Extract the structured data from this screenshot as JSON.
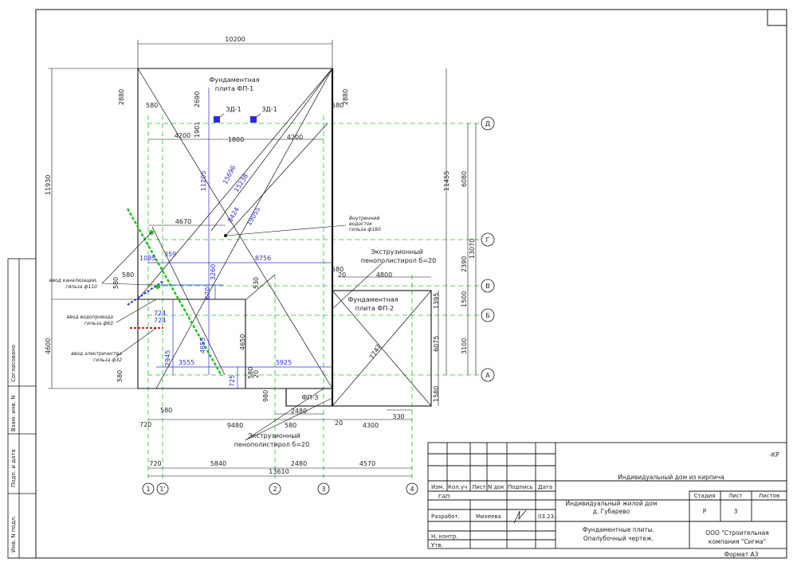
{
  "drawing": {
    "top_dims": {
      "overall": "10200",
      "left_offset": "2880",
      "right_offset": "2880",
      "d580a": "580",
      "d2690": "2690",
      "d580b": "580",
      "d1901": "1901",
      "d4200a": "4200",
      "d1800": "1800",
      "d4200b": "4200"
    },
    "left_dims": {
      "total": "11930",
      "lower": "4600",
      "d580c": "580",
      "d580d": "580",
      "d720": "720"
    },
    "blue_dims": {
      "d11205": "11205",
      "d15696": "15696",
      "d15238": "15238",
      "d8424": "8424",
      "d19055": "19055",
      "d1085": "1085",
      "d359": "359",
      "d8756": "8756",
      "d3260": "3260",
      "d670": "670",
      "d724a": "724",
      "d724b": "724",
      "d2945": "2945",
      "d3555": "3555",
      "d4655": "4655",
      "d5925": "5925",
      "d725": "725"
    },
    "inner_dims": {
      "d4670": "4670",
      "d4650": "4650",
      "d530": "530",
      "d580e": "580",
      "d20a": "20",
      "d580f": "580",
      "d980": "980",
      "d580g": "580",
      "d2480": "2480",
      "d580h": "580",
      "d9480": "9480",
      "d20b": "20",
      "d4300": "4300",
      "d330": "330",
      "d4800": "4800",
      "d20c": "20",
      "d1395": "1395",
      "d7742": "7742",
      "d6075": "6075",
      "d1580": "1580",
      "d11455": "11455"
    },
    "right_dims": {
      "d6080": "6080",
      "d13070": "13070",
      "d2390": "2390",
      "d1500": "1500",
      "d3100": "3100"
    },
    "bottom_dims": {
      "d720": "720",
      "d5840": "5840",
      "d2480": "2480",
      "d4570": "4570",
      "total": "13610"
    },
    "axes": {
      "row": [
        "Д",
        "Г",
        "В",
        "Б",
        "А"
      ],
      "col": [
        "1",
        "1'",
        "2",
        "3",
        "4"
      ]
    },
    "labels": {
      "slab1_line1": "Фундаментная",
      "slab1_line2": "плита ФП-1",
      "slab2_line1": "Фундаментная",
      "slab2_line2": "плита ФП-2",
      "slab3": "ФП-3",
      "zd1a": "ЗД-1",
      "zd1b": "ЗД-1",
      "drain_line1": "Внутренний",
      "drain_line2": "водосток",
      "drain_line3": "гильза ф160",
      "eps_top_line1": "Экструзионный",
      "eps_top_line2": "пенополистирол б=20",
      "eps_bot_line1": "Экструзионный",
      "eps_bot_line2": "пенополистирол б=20",
      "sewer_line1": "ввод канализации,",
      "sewer_line2": "гильза ф110",
      "water_line1": "ввод водопровода",
      "water_line2": "гильза ф63",
      "elec_line1": "ввод электричества",
      "elec_line2": "гильза ф32"
    }
  },
  "side_stamp": {
    "agreed": "Согласовано",
    "vzam": "Взам. инв. N",
    "podp": "Подп. и дата",
    "inv": "Инв. N подл."
  },
  "title_block": {
    "code": "-КР",
    "project": "Индивидуальный дом из кирпича",
    "object_line1": "Индивидуальный жилой дом",
    "object_line2": "д. Губарево",
    "sheet_line1": "Фундаментные плиты.",
    "sheet_line2": "Опалубочный чертеж.",
    "company_line1": "ООО \"Строительная",
    "company_line2": "компания \"Сигма\"",
    "headers": {
      "izm": "Изм.",
      "koluch": "Кол.уч",
      "list": "Лист",
      "ndok": "N док",
      "podpis": "Подпись",
      "data": "Дата"
    },
    "roles": {
      "gap": "ГАП",
      "razrab": "Разработ.",
      "nkontr": "Н. контр.",
      "utv": "Утв."
    },
    "developer": "Михеева",
    "date": "03.23.",
    "stage_label": "Стадия",
    "sheet_label": "Лист",
    "sheets_label": "Листов",
    "stage": "Р",
    "sheet_num": "3",
    "format": "Формат А3"
  },
  "colors": {
    "outline": "#111111",
    "axis": "#22c322",
    "dim_blue": "#2b2bd0",
    "marker_red": "#d02020",
    "marker_blue": "#2a2ad8"
  }
}
